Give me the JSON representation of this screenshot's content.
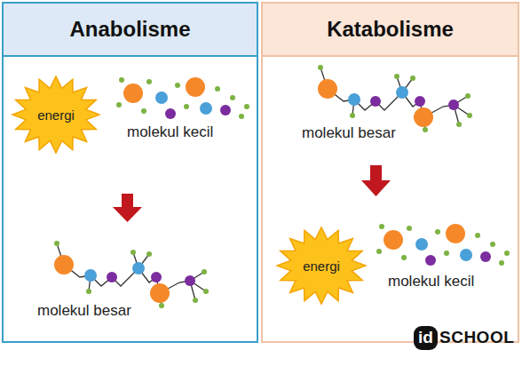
{
  "diagram": {
    "nodes": [
      {
        "text": [
          "Anabolisme"
        ]
      },
      {
        "text": [
          "energi"
        ],
        "in": 0
      },
      {
        "text": [
          "Katabolisme"
        ]
      },
      {
        "text": [
          "energi"
        ],
        "in": 2
      }
    ],
    "labels": [
      "molekul kecil",
      "molekul besar",
      "molekul besar",
      "molekul kecil",
      "id",
      "SCHOOL"
    ]
  }
}
